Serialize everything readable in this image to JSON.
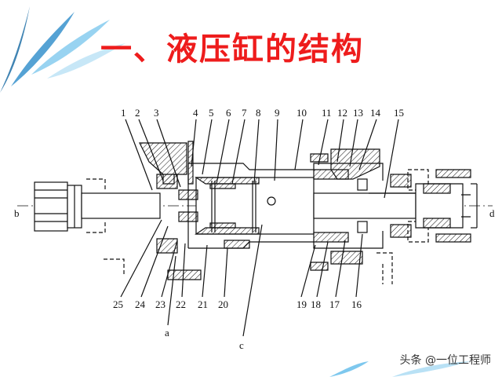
{
  "title": "一、液压缸的结构",
  "watermark": "头条 @一位工程师",
  "diagram": {
    "end_labels": {
      "left": "b",
      "right": "d"
    },
    "top_labels": [
      "1",
      "2",
      "3",
      "4",
      "5",
      "6",
      "7",
      "8",
      "9",
      "10",
      "11",
      "12",
      "13",
      "14",
      "15"
    ],
    "bottom_labels": [
      "25",
      "24",
      "23",
      "22",
      "21",
      "20",
      "19",
      "18",
      "17",
      "16"
    ],
    "port_labels": {
      "a": "a",
      "c": "c"
    }
  },
  "colors": {
    "title": "#ee1c1c",
    "deco": "#7ec8ee",
    "line": "#111111"
  }
}
